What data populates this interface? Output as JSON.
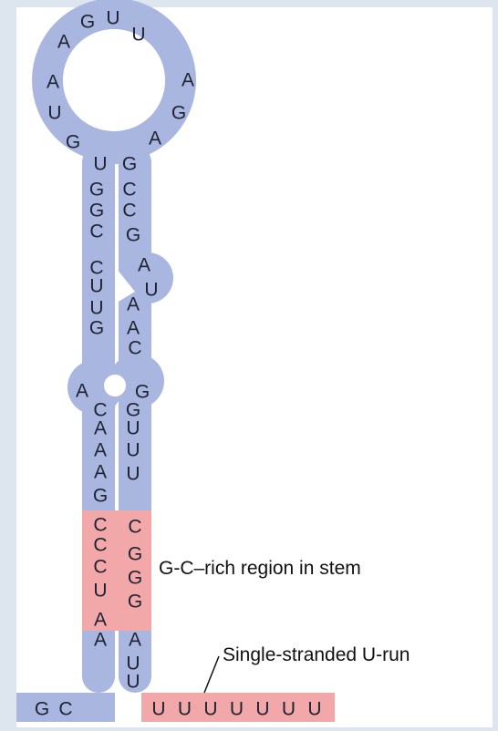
{
  "figure": {
    "loop_bases": [
      "A",
      "G",
      "U",
      "U",
      "A",
      "G",
      "A",
      "G",
      "U",
      "A"
    ],
    "left_stem_bases": [
      "U",
      "G",
      "G",
      "C",
      "C",
      "U",
      "U",
      "G",
      "A",
      "C",
      "A",
      "A",
      "A",
      "G",
      "C",
      "C",
      "C",
      "U",
      "A",
      "A"
    ],
    "right_stem_bases": [
      "G",
      "C",
      "C",
      "G",
      "A",
      "U",
      "A",
      "A",
      "C",
      "G",
      "G",
      "U",
      "U",
      "U",
      "C",
      "G",
      "G",
      "G",
      "A",
      "U",
      "U"
    ],
    "five_prime_tail": [
      "G",
      "C"
    ],
    "u_run": [
      "U",
      "U",
      "U",
      "U",
      "U",
      "U",
      "U"
    ],
    "gc_label": "G-C–rich region in stem",
    "urun_label": "Single-stranded U-run",
    "colors": {
      "strand": "#a9b6e0",
      "strand_edge": "#8795c9",
      "highlight": "#f2a8a8",
      "frame": "#dde5ef",
      "text": "#1f2233"
    }
  }
}
